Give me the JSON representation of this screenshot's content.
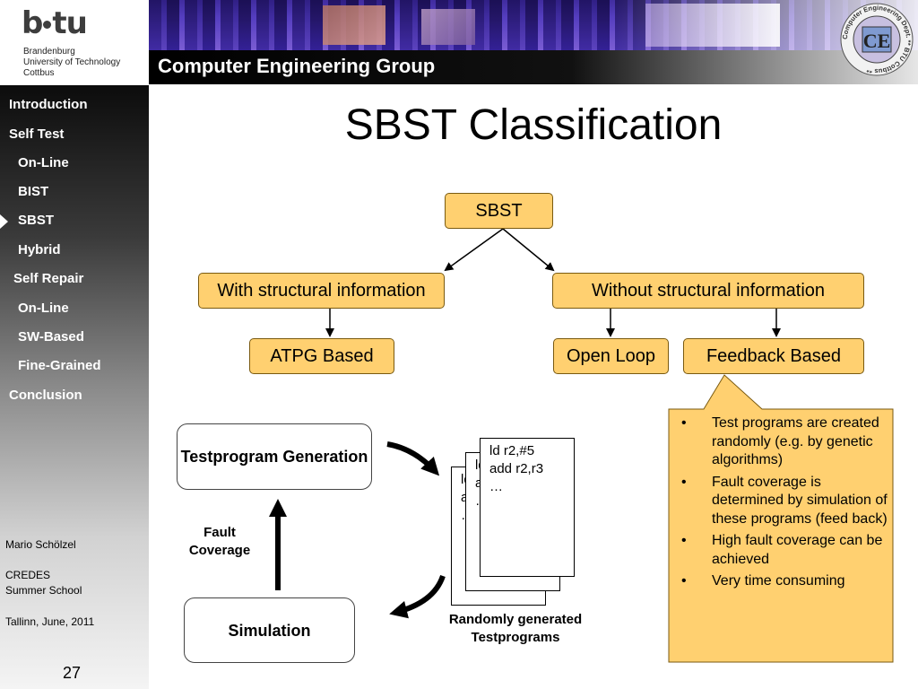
{
  "header": {
    "logo_text": "b-tu",
    "university_lines": [
      "Brandenburg",
      "University of Technology",
      "Cottbus"
    ],
    "group_title": "Computer Engineering Group",
    "badge_text": "CE",
    "badge_ring_text": "Computer Engineering Dept. ** BTU Cottbus **"
  },
  "sidebar": {
    "items": [
      {
        "label": "Introduction"
      },
      {
        "label": "Self Test"
      },
      {
        "label": "On-Line"
      },
      {
        "label": "BIST"
      },
      {
        "label": "SBST"
      },
      {
        "label": "Hybrid"
      },
      {
        "label": "Self Repair"
      },
      {
        "label": "On-Line"
      },
      {
        "label": "SW-Based"
      },
      {
        "label": "Fine-Grained"
      },
      {
        "label": "Conclusion"
      }
    ],
    "active_item": "SBST",
    "author": "Mario Schölzel",
    "event_line1": "CREDES",
    "event_line2": "Summer School",
    "place_date": "Tallinn, June, 2011",
    "page_number": "27"
  },
  "slide": {
    "title": "SBST Classification",
    "tree": {
      "root": "SBST",
      "left": "With structural information",
      "right": "Without structural information",
      "left_child": "ATPG Based",
      "right_child1": "Open Loop",
      "right_child2": "Feedback Based"
    },
    "callout_bullets": [
      "Test programs are created randomly (e.g. by genetic algorithms)",
      "Fault coverage is determined by simulation of these programs (feed back)",
      "High fault coverage can be achieved",
      "Very time consuming"
    ],
    "bullet_symbol": "•",
    "loop": {
      "generation": "Testprogram Generation",
      "simulation": "Simulation",
      "fault_line1": "Fault",
      "fault_line2": "Coverage",
      "programs_line1": "Randomly generated",
      "programs_line2": "Testprograms",
      "code_line1": "ld r2,#5",
      "code_line2": "add r2,r3",
      "code_line3": "…",
      "back_line1": "ld",
      "back_line2": "a",
      "back_line3": "…"
    }
  },
  "colors": {
    "box_fill": "#ffd070",
    "title_bar": "#000000",
    "sidebar_top": "#0c0c0c"
  }
}
